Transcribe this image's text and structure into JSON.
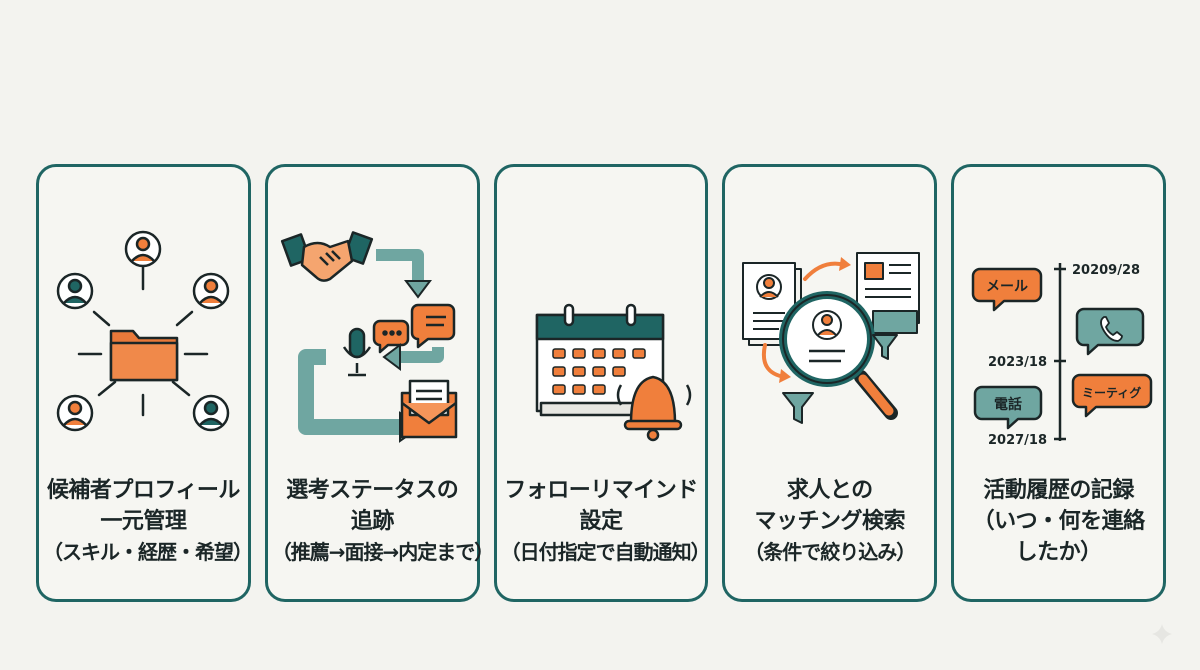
{
  "cards": [
    {
      "lines": [
        "候補者プロフィール",
        "一元管理"
      ],
      "sub": "（スキル・経歴・希望）",
      "icons": [
        "folder-icon",
        "person-icon"
      ]
    },
    {
      "lines": [
        "選考ステータスの",
        "追跡"
      ],
      "sub": "（推薦→面接→内定まで）",
      "icons": [
        "handshake-icon",
        "chat-icon",
        "microphone-icon",
        "mail-icon"
      ]
    },
    {
      "lines": [
        "フォローリマインド",
        "設定"
      ],
      "sub": "（日付指定で自動通知）",
      "icons": [
        "calendar-icon",
        "bell-icon"
      ]
    },
    {
      "lines": [
        "求人との",
        "マッチング検索"
      ],
      "sub": "（条件で絞り込み）",
      "icons": [
        "magnifier-icon",
        "filter-icon",
        "document-icon"
      ]
    },
    {
      "lines": [
        "活動履歴の記録",
        "（いつ・何を連絡",
        "したか）"
      ],
      "sub": "",
      "icons": [
        "phone-icon",
        "timeline-icon"
      ]
    }
  ],
  "timeline": {
    "dates": [
      "20209/28",
      "2023/18",
      "2027/18"
    ],
    "bubbles": [
      "メール",
      "電話",
      "ミーティグ"
    ]
  },
  "colors": {
    "teal": "#1f6563",
    "orange": "#f07f3c",
    "sage": "#6fa6a1",
    "dark": "#1b2627"
  }
}
